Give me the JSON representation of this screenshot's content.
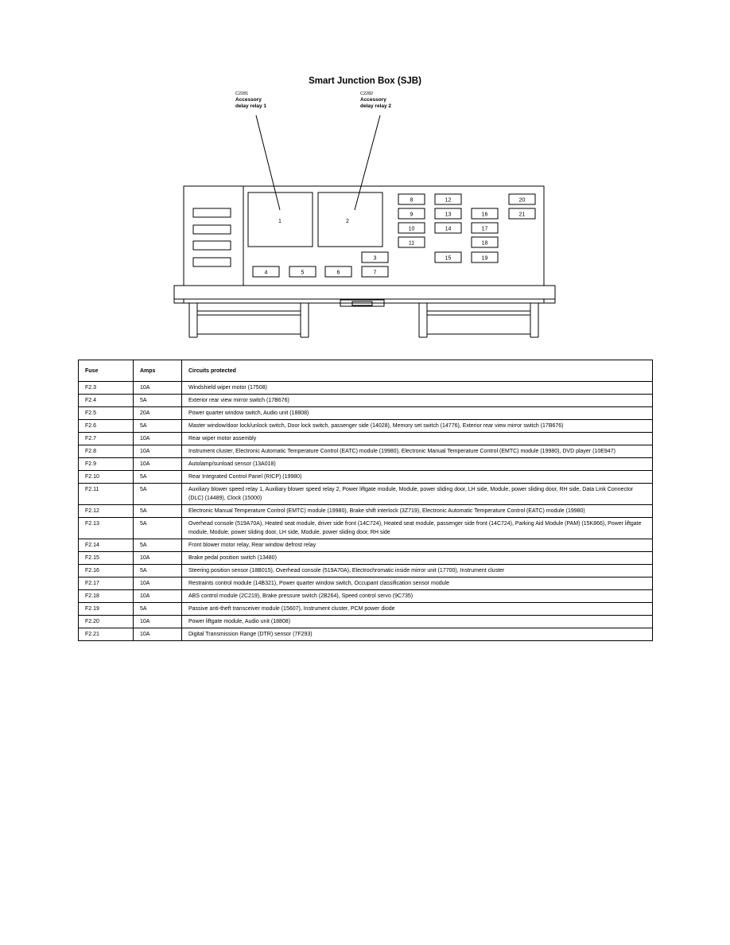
{
  "title": "Smart Junction Box (SJB)",
  "callouts": [
    {
      "code": "C2281",
      "line1": "Accessory",
      "line2": "delay relay 1"
    },
    {
      "code": "C2282",
      "line1": "Accessory",
      "line2": "delay relay 2"
    }
  ],
  "relays": [
    "1",
    "2"
  ],
  "fuse_positions": [
    "3",
    "4",
    "5",
    "6",
    "7",
    "8",
    "9",
    "10",
    "11",
    "12",
    "13",
    "14",
    "15",
    "16",
    "17",
    "18",
    "19",
    "20",
    "21"
  ],
  "table": {
    "headers": {
      "fuse": "Fuse",
      "amps": "Amps",
      "circuits": "Circuits protected"
    },
    "rows": [
      {
        "fuse": "F2.3",
        "amps": "10A",
        "circuits": "Windshield wiper motor (17508)"
      },
      {
        "fuse": "F2.4",
        "amps": "5A",
        "circuits": "Exterior rear view mirror switch (17B676)"
      },
      {
        "fuse": "F2.5",
        "amps": "20A",
        "circuits": "Power quarter window switch, Audio unit (18808)"
      },
      {
        "fuse": "F2.6",
        "amps": "5A",
        "circuits": "Master window/door lock/unlock switch, Door lock switch, passenger side (14028), Memory set switch (14776), Exterior rear view mirror switch (17B676)"
      },
      {
        "fuse": "F2.7",
        "amps": "10A",
        "circuits": "Rear wiper motor assembly"
      },
      {
        "fuse": "F2.8",
        "amps": "10A",
        "circuits": "Instrument cluster, Electronic Automatic Temperature Control (EATC) module (19980), Electronic Manual Temperature Control (EMTC) module (19980), DVD player (10E947)"
      },
      {
        "fuse": "F2.9",
        "amps": "10A",
        "circuits": "Autolamp/sunload sensor (13A018)"
      },
      {
        "fuse": "F2.10",
        "amps": "5A",
        "circuits": "Rear Integrated Control Panel (RICP) (19980)"
      },
      {
        "fuse": "F2.11",
        "amps": "5A",
        "circuits": "Auxiliary blower speed relay 1, Auxiliary blower speed relay 2, Power liftgate module, Module, power sliding door, LH side, Module, power sliding door, RH side, Data Link Connector (DLC) (14489), Clock (15000)"
      },
      {
        "fuse": "F2.12",
        "amps": "5A",
        "circuits": "Electronic Manual Temperature Control (EMTC) module (19980), Brake shift interlock (3Z719), Electronic Automatic Temperature Control (EATC) module (19980)"
      },
      {
        "fuse": "F2.13",
        "amps": "5A",
        "circuits": "Overhead console (519A70A), Heated seat module, driver side front (14C724), Heated seat module, passenger side front (14C724), Parking Aid Module (PAM) (15K866), Power liftgate module, Module, power sliding door, LH side, Module, power sliding door, RH side"
      },
      {
        "fuse": "F2.14",
        "amps": "5A",
        "circuits": "Front blower motor relay, Rear window defrost relay"
      },
      {
        "fuse": "F2.15",
        "amps": "10A",
        "circuits": "Brake pedal position switch (13480)"
      },
      {
        "fuse": "F2.16",
        "amps": "5A",
        "circuits": "Steering position sensor (18B015), Overhead console (519A70A), Electrochromatic inside mirror unit (17700), Instrument cluster"
      },
      {
        "fuse": "F2.17",
        "amps": "10A",
        "circuits": "Restraints control module (14B321), Power quarter window switch, Occupant classification sensor module"
      },
      {
        "fuse": "F2.18",
        "amps": "10A",
        "circuits": "ABS control module (2C219), Brake pressure switch (2B264), Speed control servo (9C735)"
      },
      {
        "fuse": "F2.19",
        "amps": "5A",
        "circuits": "Passive anti-theft transceiver module (15607), Instrument cluster, PCM power diode"
      },
      {
        "fuse": "F2.20",
        "amps": "10A",
        "circuits": "Power liftgate module, Audio unit (18808)"
      },
      {
        "fuse": "F2.21",
        "amps": "10A",
        "circuits": "Digital Transmission Range (DTR) sensor (7F293)"
      }
    ]
  }
}
